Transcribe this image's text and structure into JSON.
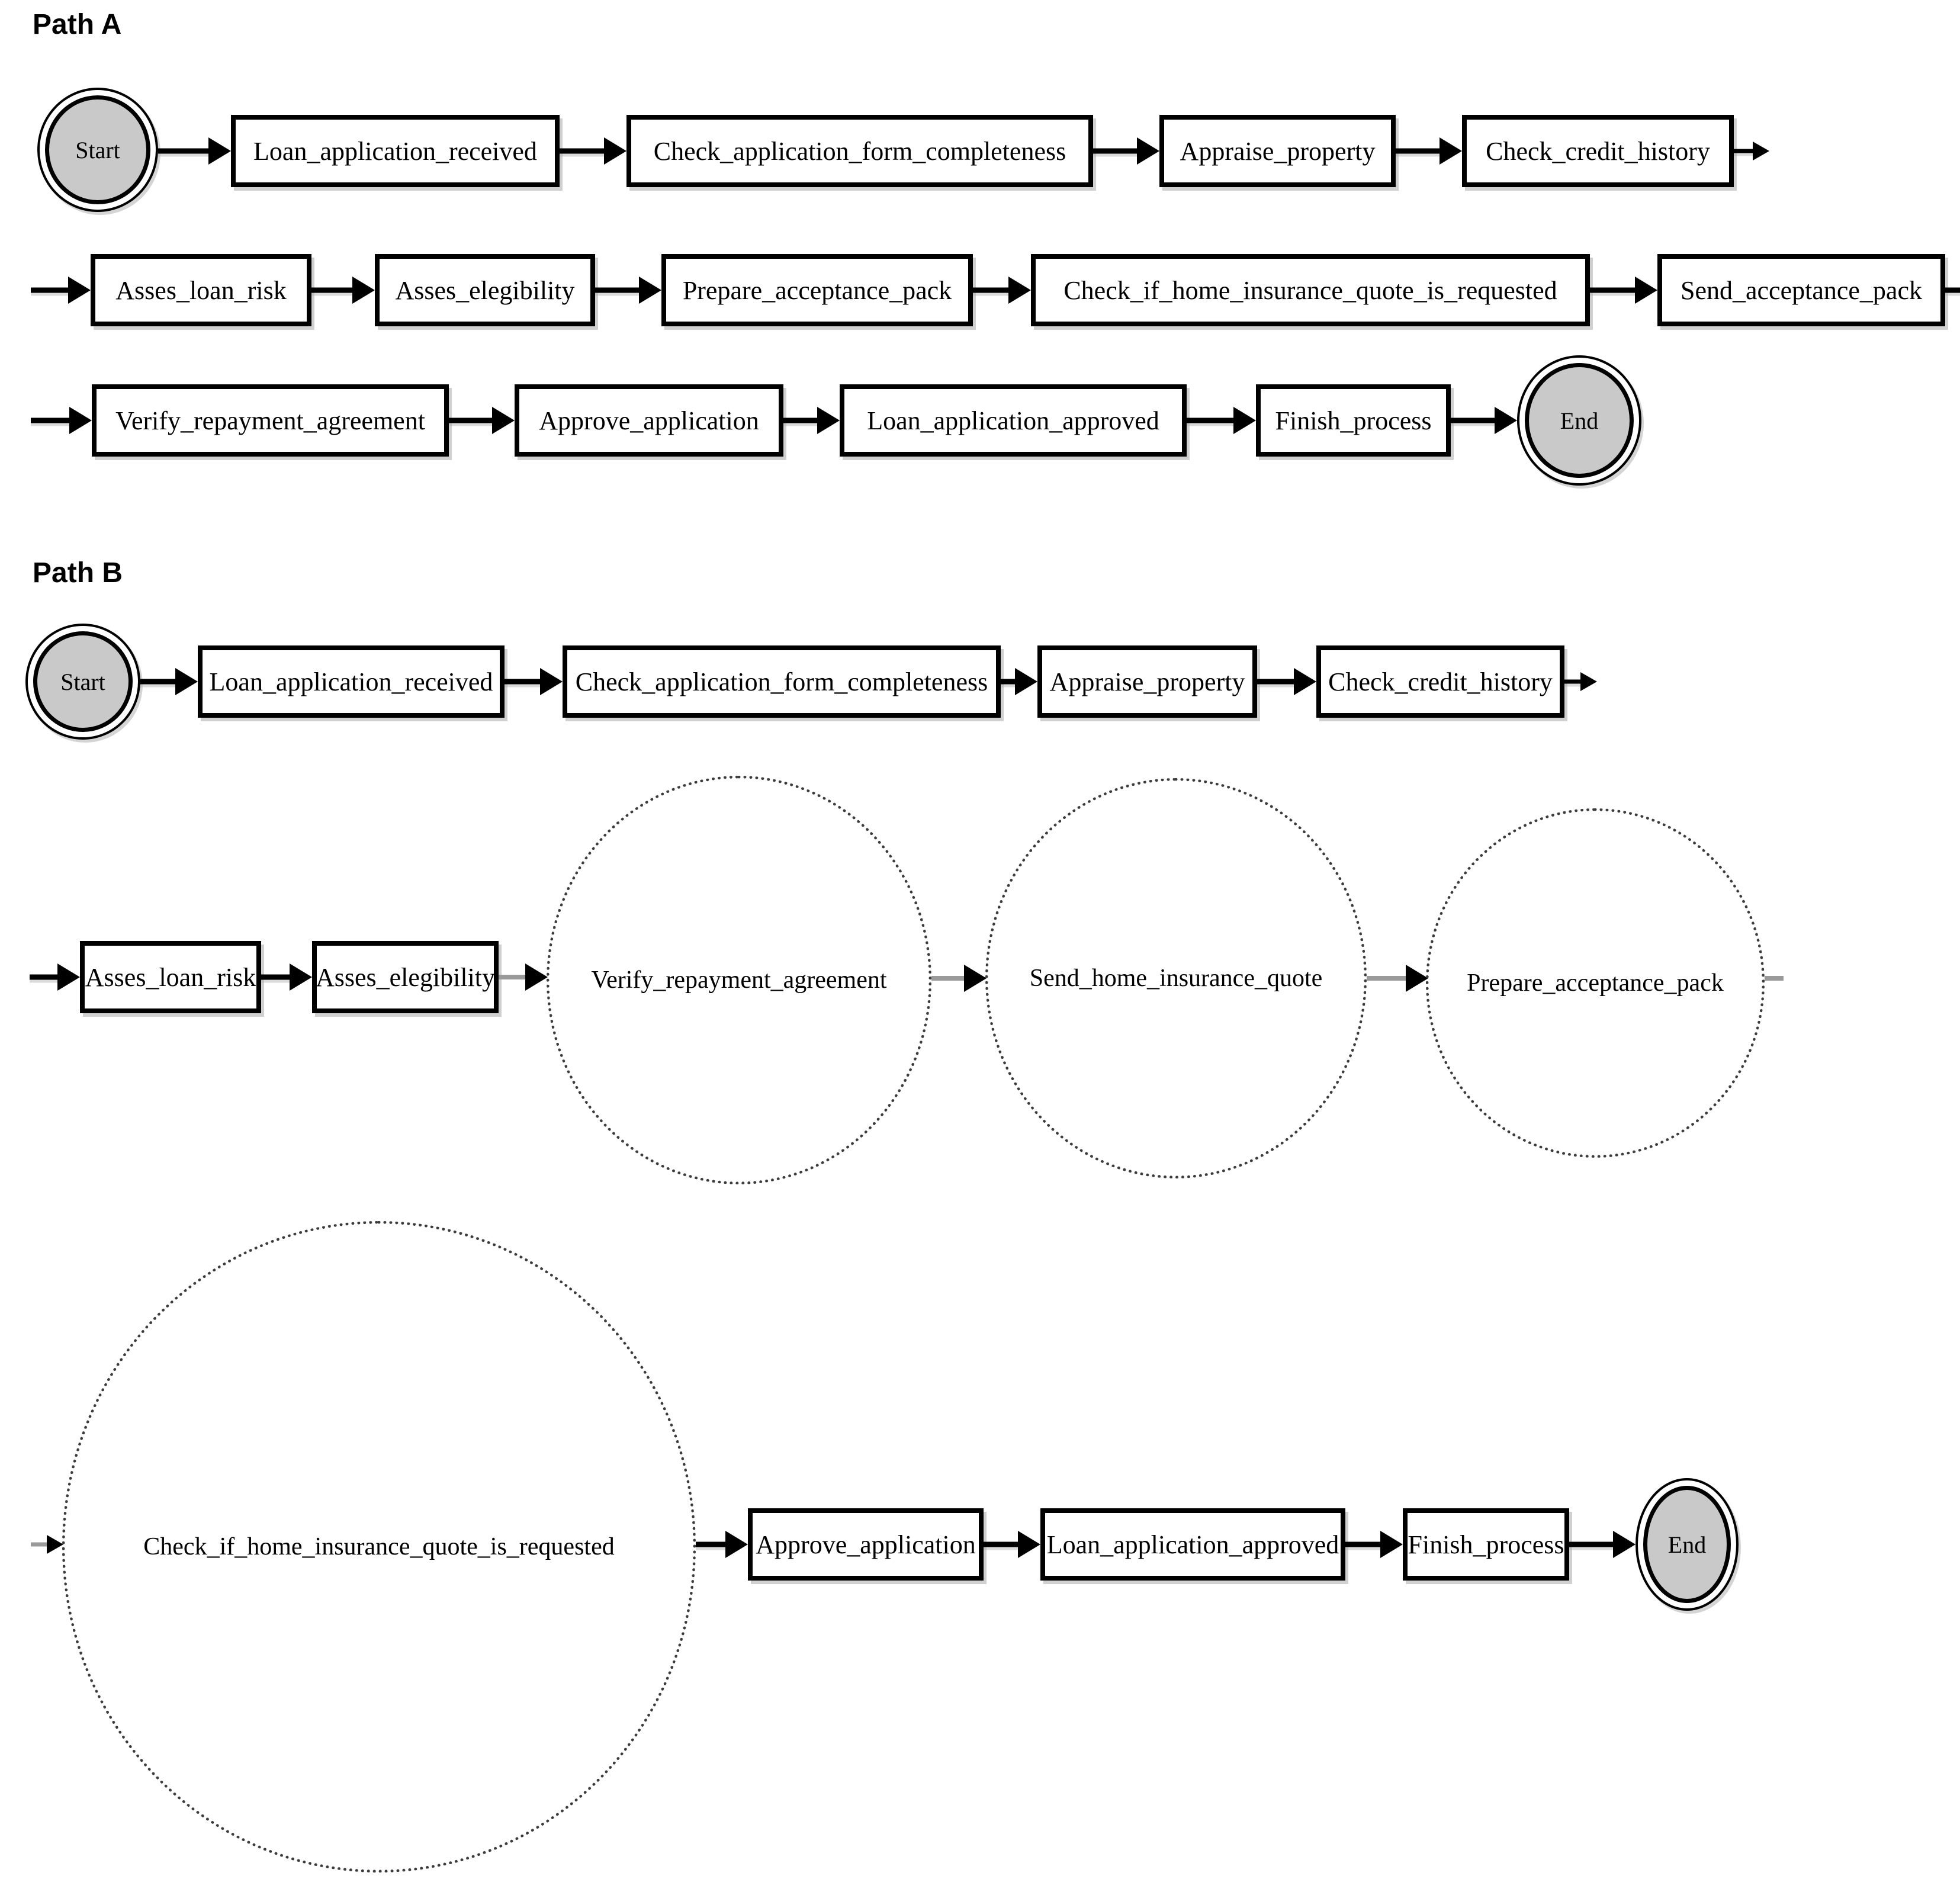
{
  "pathA": {
    "label": "Path A",
    "start_label": "Start",
    "end_label": "End",
    "row1": [
      "Loan_application_received",
      "Check_application_form_completeness",
      "Appraise_property",
      "Check_credit_history"
    ],
    "row2": [
      "Asses_loan_risk",
      "Asses_elegibility",
      "Prepare_acceptance_pack",
      "Check_if_home_insurance_quote_is_requested",
      "Send_acceptance_pack"
    ],
    "row3": [
      "Verify_repayment_agreement",
      "Approve_application",
      "Loan_application_approved",
      "Finish_process"
    ]
  },
  "pathB": {
    "label": "Path B",
    "start_label": "Start",
    "end_label": "End",
    "row1": [
      "Loan_application_received",
      "Check_application_form_completeness",
      "Appraise_property",
      "Check_credit_history"
    ],
    "row2_boxes": [
      "Asses_loan_risk",
      "Asses_elegibility"
    ],
    "row2_circles": [
      "Verify_repayment_agreement",
      "Send_home_insurance_quote",
      "Prepare_acceptance_pack"
    ],
    "row3_circle": "Check_if_home_insurance_quote_is_requested",
    "row3_boxes": [
      "Approve_application",
      "Loan_application_approved",
      "Finish_process"
    ]
  },
  "colors": {
    "task_fill": "#ffffff",
    "terminal_fill": "#c9c9c9",
    "edge": "#000000",
    "muted_edge": "#9a9a9a"
  }
}
